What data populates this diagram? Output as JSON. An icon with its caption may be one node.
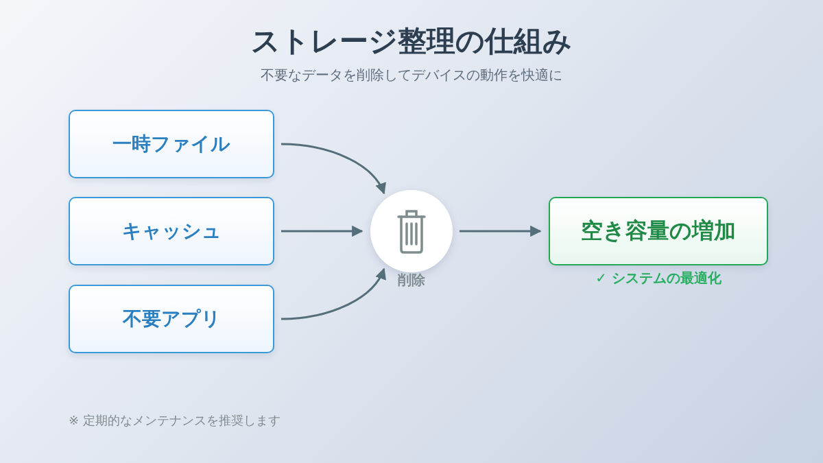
{
  "diagram": {
    "title": "ストレージ整理の仕組み",
    "nodes": [
      {
        "text": [
          "一時ファイル"
        ]
      },
      {
        "text": [
          "キャッシュ"
        ]
      },
      {
        "text": [
          "不要アプリ"
        ]
      },
      {
        "text": [],
        "shape": "circle",
        "beside": [
          "削除"
        ]
      },
      {
        "text": [
          "空き容量の増加"
        ],
        "beside": [
          "✓ システムの最適化"
        ]
      }
    ],
    "edges": [
      {
        "from": 0,
        "to": 3,
        "arrow": "to"
      },
      {
        "from": 1,
        "to": 3,
        "arrow": "to"
      },
      {
        "from": 2,
        "to": 3,
        "arrow": "to"
      },
      {
        "from": 3,
        "to": 4,
        "arrow": "to"
      }
    ],
    "labels": [
      "不要なデータを削除してデバイスの動作を快適に",
      "※ 定期的なメンテナンスを推奨します"
    ]
  }
}
